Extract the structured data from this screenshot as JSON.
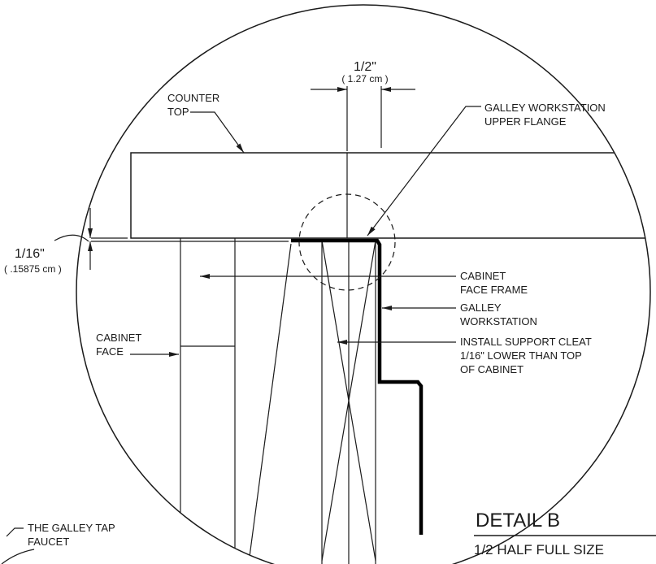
{
  "labels": {
    "dim_half_inch": "1/2\"",
    "dim_half_cm": "( 1.27 cm )",
    "counter_top_1": "COUNTER",
    "counter_top_2": "TOP",
    "upper_flange_1": "GALLEY WORKSTATION",
    "upper_flange_2": "UPPER FLANGE",
    "dim_sixteenth_inch": "1/16\"",
    "dim_sixteenth_cm": "( .15875 cm )",
    "face_frame_1": "CABINET",
    "face_frame_2": "FACE FRAME",
    "workstation_1": "GALLEY",
    "workstation_2": "WORKSTATION",
    "cleat_1": "INSTALL SUPPORT CLEAT",
    "cleat_2": "1/16\" LOWER THAN TOP",
    "cleat_3": "OF CABINET",
    "cabinet_face_1": "CABINET",
    "cabinet_face_2": "FACE",
    "faucet_1": "THE GALLEY TAP",
    "faucet_2": "FAUCET"
  },
  "title": {
    "detail": "DETAIL B",
    "scale": "1/2 HALF FULL SIZE"
  },
  "colors": {
    "line": "#1a1a1a",
    "background": "#ffffff"
  }
}
